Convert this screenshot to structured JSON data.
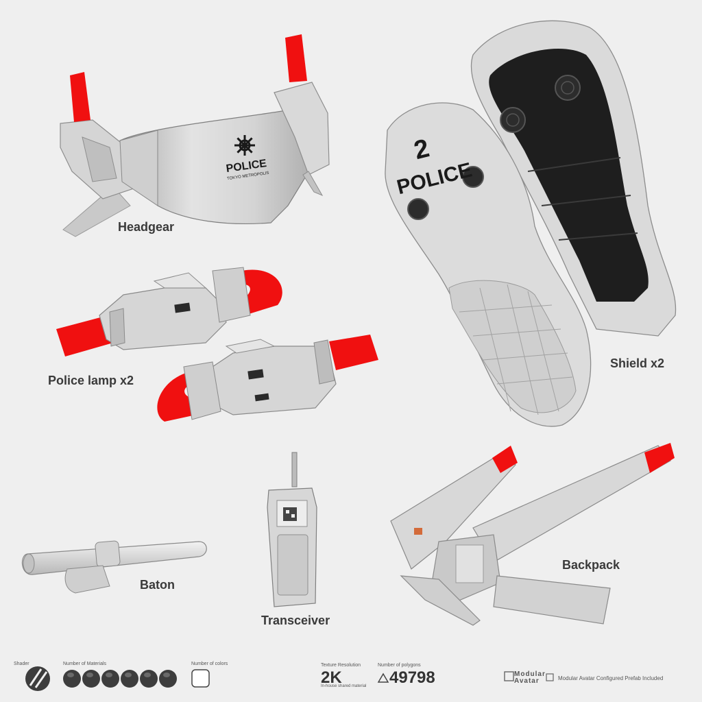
{
  "labels": {
    "headgear": "Headgear",
    "police_lamp": "Police lamp x2",
    "shield": "Shield x2",
    "baton": "Baton",
    "transceiver": "Transceiver",
    "backpack": "Backpack"
  },
  "shield_print": {
    "number": "2",
    "word": "POLICE"
  },
  "headgear_print": {
    "word": "POLICE",
    "sub": "TOKYO METROPOLIS"
  },
  "footer": {
    "shader_label": "Shader",
    "materials_label": "Number of Materials",
    "materials_count": 6,
    "colors_label": "Number of colors",
    "texture_label": "Texture Resolution",
    "texture_value": "2K",
    "texture_note": "In-house shared material",
    "polygons_label": "Number of polygons",
    "polygons_value": "49798",
    "ma_logo_top": "Modular",
    "ma_logo_bottom": "Avatar",
    "ma_note": "Modular Avatar Configured Prefab Included"
  },
  "colors": {
    "background": "#efefef",
    "body_gray": "#d9d9d9",
    "accent_red": "#f01010",
    "dark": "#1e1e1e"
  },
  "icons": [
    "shader-icon",
    "material-sphere-icon",
    "color-swatch-icon",
    "triangle-icon",
    "modular-avatar-logo-icon"
  ]
}
